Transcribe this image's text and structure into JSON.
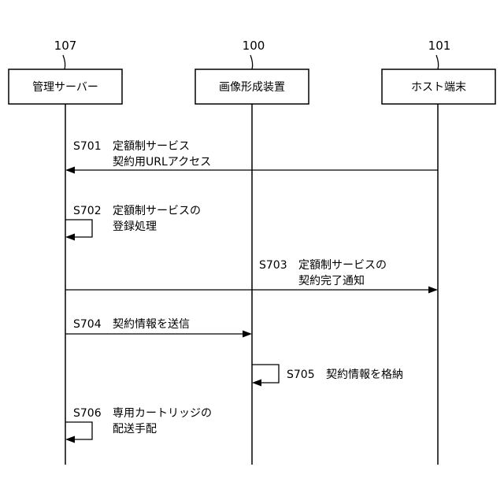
{
  "participants": [
    {
      "ref": "107",
      "label": "管理サーバー"
    },
    {
      "ref": "100",
      "label": "画像形成装置"
    },
    {
      "ref": "101",
      "label": "ホスト端末"
    }
  ],
  "messages": [
    {
      "id": "S701",
      "from": "101",
      "to": "107",
      "lines": [
        "定額制サービス",
        "契約用URLアクセス"
      ]
    },
    {
      "id": "S702",
      "from": "107",
      "to": "107",
      "lines": [
        "定額制サービスの",
        "登録処理"
      ]
    },
    {
      "id": "S703",
      "from": "107",
      "to": "101",
      "lines": [
        "定額制サービスの",
        "契約完了通知"
      ]
    },
    {
      "id": "S704",
      "from": "107",
      "to": "100",
      "lines": [
        "契約情報を送信"
      ]
    },
    {
      "id": "S705",
      "from": "100",
      "to": "100",
      "lines": [
        "契約情報を格納"
      ]
    },
    {
      "id": "S706",
      "from": "107",
      "to": "107",
      "lines": [
        "専用カートリッジの",
        "配送手配"
      ]
    }
  ]
}
